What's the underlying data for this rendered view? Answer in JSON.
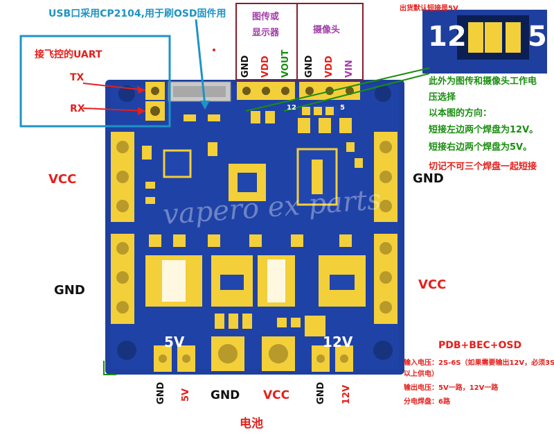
{
  "colors": {
    "board": "#1e3f9e",
    "pad": "#f3cf3a",
    "label_red": "#e4201c",
    "label_green": "#1a8e10",
    "label_blue": "#1e93c5",
    "label_purple": "#a23ea8",
    "box_red": "#8b1a2a"
  },
  "usb_note": "USB口采用CP2104,用于刷OSD固件用",
  "uart": {
    "title": "接飞控的UART",
    "tx": "TX",
    "rx": "RX"
  },
  "top_connectors": {
    "display": {
      "title_line1": "图传或",
      "title_line2": "显示器",
      "pins": [
        "GND",
        "VDD",
        "VOUT"
      ]
    },
    "camera": {
      "title": "摄像头",
      "pins": [
        "GND",
        "VDD",
        "VIN"
      ]
    }
  },
  "shipping_note": "出货默认短接是5V",
  "jumper": {
    "left": "12",
    "right": "5"
  },
  "board_jumper": {
    "left": "12",
    "right": "5"
  },
  "voltage_notes": {
    "line1": "此外为图传和摄像头工作电",
    "line2": "压选择",
    "line3": "以本图的方向：",
    "line4": "短接左边两个焊盘为12V。",
    "line5": "短接右边两个焊盘为5V。",
    "warning": "切记不可三个焊盘一起短接"
  },
  "side_labels": {
    "left_top": "VCC",
    "left_bottom": "GND",
    "right_top": "GND",
    "right_bottom": "VCC"
  },
  "board_silkscreen": {
    "left": "5V",
    "right": "12V"
  },
  "watermark": "vapero ex parts",
  "bottom_pins": {
    "gnd1": "GND",
    "v5": "5V",
    "gnd_big": "GND",
    "vcc_big": "VCC",
    "gnd2": "GND",
    "v12": "12V"
  },
  "battery": "电池",
  "specs": {
    "title": "PDB+BEC+OSD",
    "input_line1": "输入电压：2S-6S（如果需要输出12V，必须3S",
    "input_line2": "以上供电）",
    "output": "输出电压：5V一路，12V一路",
    "pads": "分电焊盘：6路"
  }
}
